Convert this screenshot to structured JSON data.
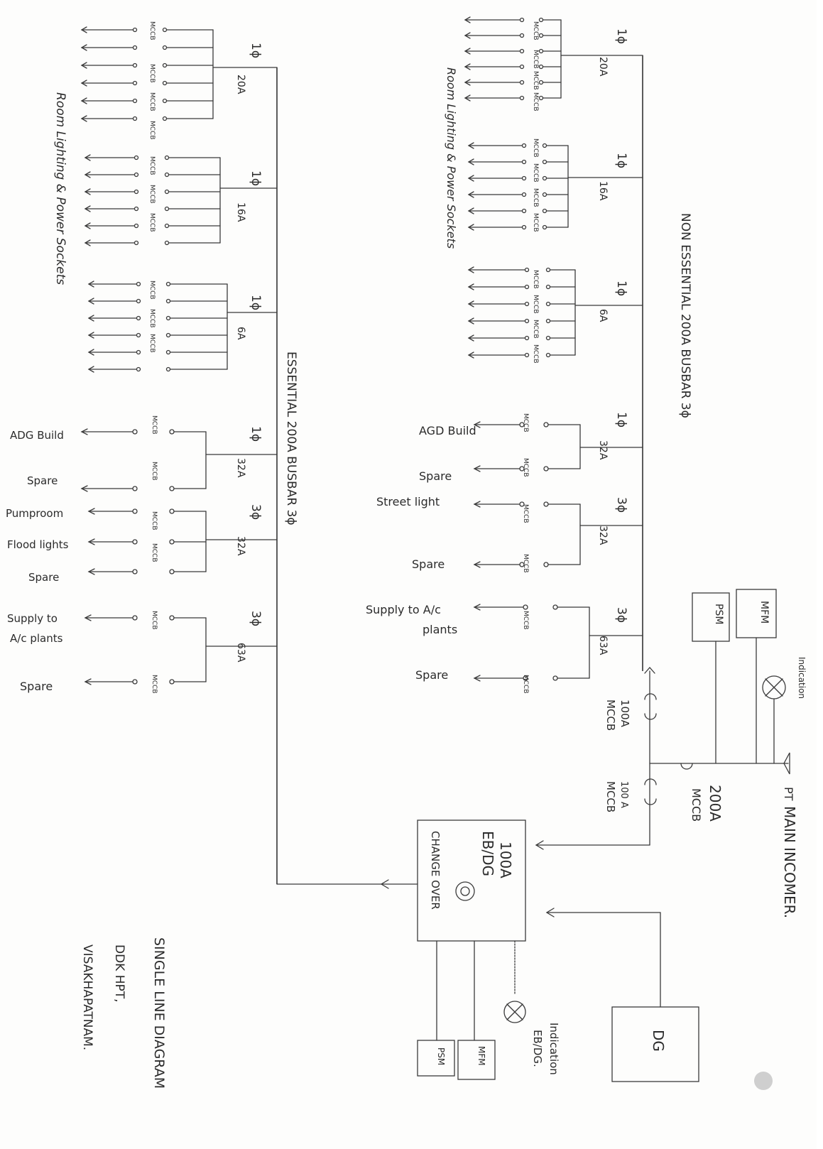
{
  "diagram": {
    "title": "SINGLE LINE DIAGRAM",
    "subtitle_1": "DDK HPT,",
    "subtitle_2": "VISAKHAPATNAM.",
    "main_incomer": "MAIN INCOMER.",
    "pt_label": "PT",
    "main_mccb": "200A",
    "main_mccb_type": "MCCB",
    "indication_top": "Indication",
    "psm": "PSM",
    "mfm": "MFM",
    "breaker_100a_1": "100A",
    "breaker_100a_1_type": "MCCB",
    "breaker_100a_2": "100 A",
    "breaker_100a_2_type": "MCCB",
    "changeover": {
      "rating": "100A",
      "name": "EB/DG",
      "text": "CHANGE OVER"
    },
    "dg": "DG",
    "indication_dg_1": "Indication",
    "indication_dg_2": "EB/DG.",
    "non_essential_bus": "NON ESSENTIAL 200A BUSBAR 3ϕ",
    "essential_bus": "ESSENTIAL 200A BUSBAR 3ϕ",
    "ne_groups": [
      {
        "phase": "1ϕ",
        "rating": "20A"
      },
      {
        "phase": "1ϕ",
        "rating": "16A"
      },
      {
        "phase": "1ϕ",
        "rating": "6A"
      },
      {
        "phase": "1ϕ",
        "rating": "32A"
      },
      {
        "phase": "3ϕ",
        "rating": "32A"
      },
      {
        "phase": "3ϕ",
        "rating": "63A"
      }
    ],
    "e_groups": [
      {
        "phase": "1ϕ",
        "rating": "20A"
      },
      {
        "phase": "1ϕ",
        "rating": "16A"
      },
      {
        "phase": "1ϕ",
        "rating": "6A"
      },
      {
        "phase": "1ϕ",
        "rating": "32A"
      },
      {
        "phase": "3ϕ",
        "rating": "32A"
      },
      {
        "phase": "3ϕ",
        "rating": "63A"
      }
    ],
    "ne_lighting_label": "Room Lighting & Power Sockets",
    "e_lighting_label": "Room Lighting & Power Sockets",
    "mccb": "MCCB",
    "ne_outgoing": {
      "agd": "AGD Build",
      "spare1": "Spare",
      "street": "Street light",
      "spare2": "Spare",
      "ac": "Supply to A/c",
      "ac2": "plants",
      "spare3": "Spare"
    },
    "e_outgoing": {
      "agd": "ADG Build",
      "spare1": "Spare",
      "pump": "Pumproom",
      "flood": "Flood lights",
      "spare2": "Spare",
      "ac": "Supply to",
      "ac2": "A/c plants",
      "spare3": "Spare"
    }
  }
}
